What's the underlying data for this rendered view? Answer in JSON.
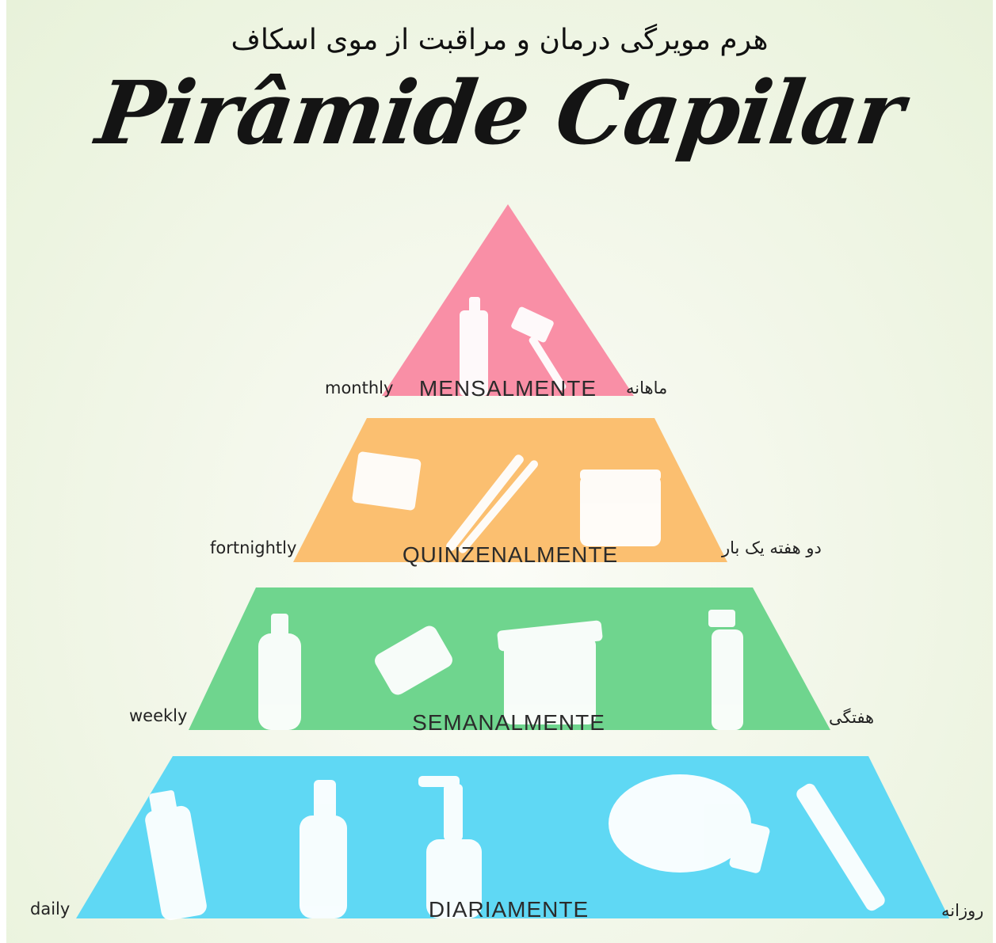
{
  "subtitle_fa": "هرم مویرگی درمان و مراقبت از موی اسکاف",
  "title": "Pirâmide Capilar",
  "tiers": [
    {
      "label": "MENSALMENTE",
      "english": "monthly",
      "persian": "ماهانه",
      "color": "#f98fa6"
    },
    {
      "label": "QUINZENALMENTE",
      "english": "fortnightly",
      "persian": "دو هفته یک بار",
      "color": "#fbbf70"
    },
    {
      "label": "SEMANALMENTE",
      "english": "weekly",
      "persian": "هفتگی",
      "color": "#6fd58e"
    },
    {
      "label": "DIARIAMENTE",
      "english": "daily",
      "persian": "روزانه",
      "color": "#5fd8f4"
    }
  ]
}
